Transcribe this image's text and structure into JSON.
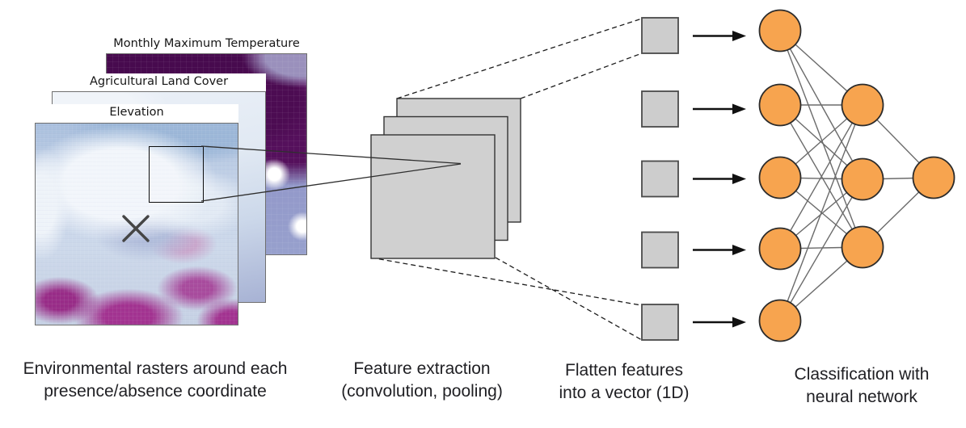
{
  "rasters": {
    "temperature_label": "Monthly Maximum Temperature",
    "landcover_label": "Agricultural Land Cover",
    "elevation_label": "Elevation"
  },
  "pipeline": {
    "feature_map_count": 3,
    "vector_cell_count": 5
  },
  "network": {
    "layer_sizes": [
      5,
      3,
      1
    ]
  },
  "captions": {
    "rasters_line1": "Environmental rasters around each",
    "rasters_line2": "presence/absence coordinate",
    "feature_line1": "Feature extraction",
    "feature_line2": "(convolution, pooling)",
    "flatten_line1": "Flatten features",
    "flatten_line2": "into a vector (1D)",
    "classify_line1": "Classification with",
    "classify_line2": "neural network"
  },
  "colors": {
    "node_fill": "#f7a44f",
    "node_stroke": "#2b2b2b",
    "feature_map_fill": "#d0d0d0",
    "feature_map_stroke": "#333333",
    "vector_cell_fill": "#cdcdcd",
    "vector_cell_stroke": "#4a4a4a",
    "edge_line": "#6b6b6b",
    "arrow": "#111111",
    "projection_line": "#2e2e2e",
    "dashed_line": "#1c1c1c",
    "text": "#1f1f23",
    "temperature_dark_purple": "#470a4e",
    "temperature_magenta": "#8e2d8e",
    "temperature_periwinkle": "#9094c7",
    "elevation_base_blue": "#a9bfdd",
    "elevation_magenta": "#a23390",
    "landcover_light_blue": "#e1e9f3"
  }
}
